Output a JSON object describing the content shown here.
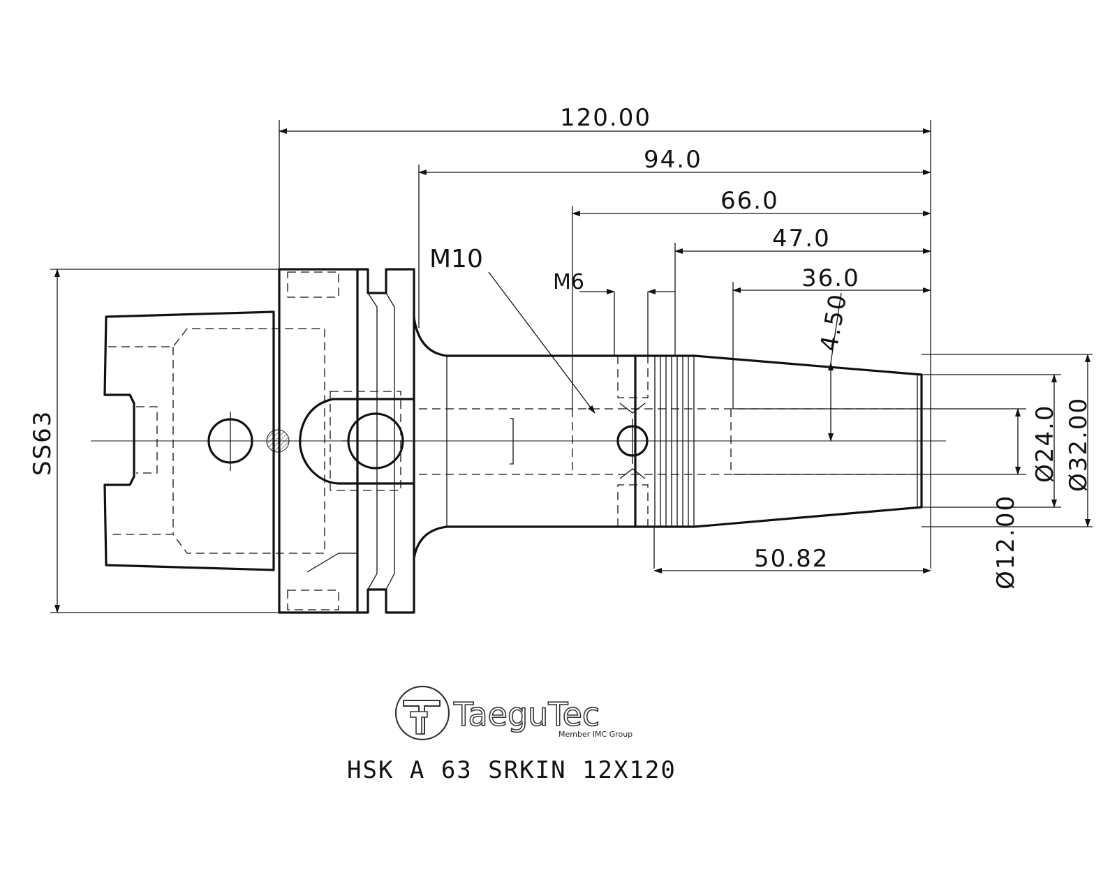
{
  "drawing": {
    "dimensions": {
      "overall_length": "120.00",
      "length_94": "94.0",
      "length_66": "66.0",
      "length_47": "47.0",
      "length_36": "36.0",
      "thread_length": "50.82",
      "taper_offset": "4.50",
      "flange_size": "SS63",
      "dia_24": "Ø24.0",
      "dia_32": "Ø32.00",
      "dia_12": "Ø12.00"
    },
    "callouts": {
      "m10": "M10",
      "m6": "M6"
    }
  },
  "logo": {
    "brand": "TaeguTec",
    "tagline": "Member IMC Group"
  },
  "title": "HSK A 63 SRKIN 12X120"
}
